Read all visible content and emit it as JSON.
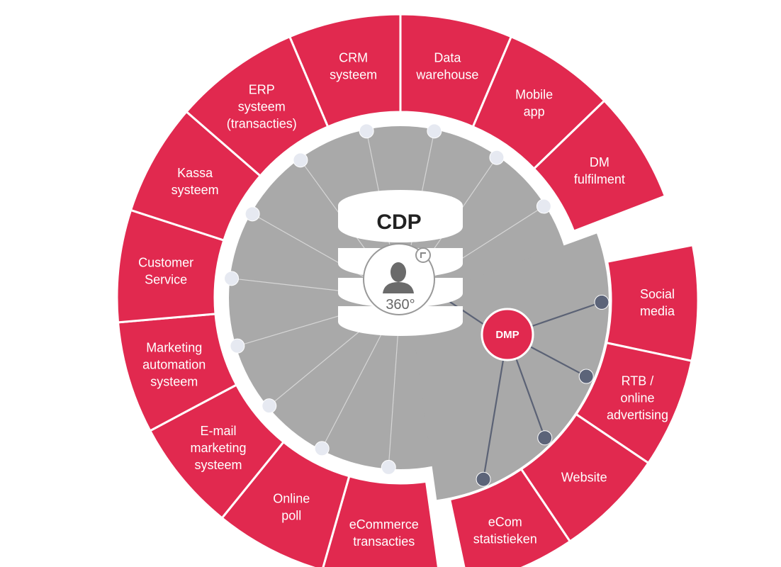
{
  "colors": {
    "segment": "#E1294F",
    "core": "#A9A9A9",
    "dmp_line": "#5B6275",
    "node_light": "#E6E9F1",
    "node_dark": "#5C6479"
  },
  "hub": {
    "title": "CDP",
    "badge": "360°",
    "icon": "person-icon"
  },
  "dmp": {
    "label": "DMP"
  },
  "cdp_sources": [
    {
      "lines": [
        "CRM",
        "systeem"
      ]
    },
    {
      "lines": [
        "Data",
        "warehouse"
      ]
    },
    {
      "lines": [
        "Mobile",
        "app"
      ]
    },
    {
      "lines": [
        "DM",
        "fulfilment"
      ]
    },
    {
      "lines": [
        "eCommerce",
        "transacties"
      ]
    },
    {
      "lines": [
        "Online",
        "poll"
      ]
    },
    {
      "lines": [
        "E-mail",
        "marketing",
        "systeem"
      ]
    },
    {
      "lines": [
        "Marketing",
        "automation",
        "systeem"
      ]
    },
    {
      "lines": [
        "Customer",
        "Service"
      ]
    },
    {
      "lines": [
        "Kassa",
        "systeem"
      ]
    },
    {
      "lines": [
        "ERP",
        "systeem",
        "(transacties)"
      ]
    }
  ],
  "dmp_sources": [
    {
      "lines": [
        "Social",
        "media"
      ]
    },
    {
      "lines": [
        "RTB /",
        "online",
        "advertising"
      ]
    },
    {
      "lines": [
        "Website"
      ]
    },
    {
      "lines": [
        "eCom",
        "statistieken"
      ]
    }
  ]
}
